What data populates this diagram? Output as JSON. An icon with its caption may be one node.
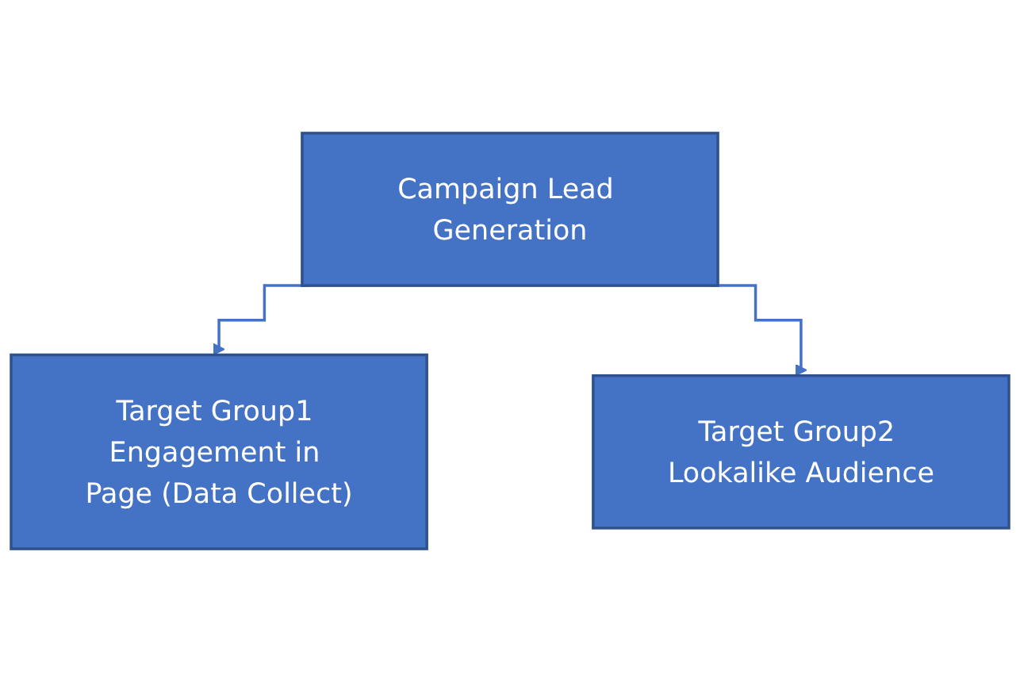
{
  "diagram": {
    "nodes": [
      {
        "text": [
          "Campaign Lead Generation"
        ]
      },
      {
        "text": [
          "Target Group1 Engagement in Page (Data Collect)"
        ]
      },
      {
        "text": [
          "Target Group2 Lookalike Audience"
        ]
      }
    ],
    "edges": [
      {
        "from": 0,
        "to": 1,
        "arrow": "to"
      },
      {
        "from": 0,
        "to": 2,
        "arrow": "to"
      }
    ]
  }
}
